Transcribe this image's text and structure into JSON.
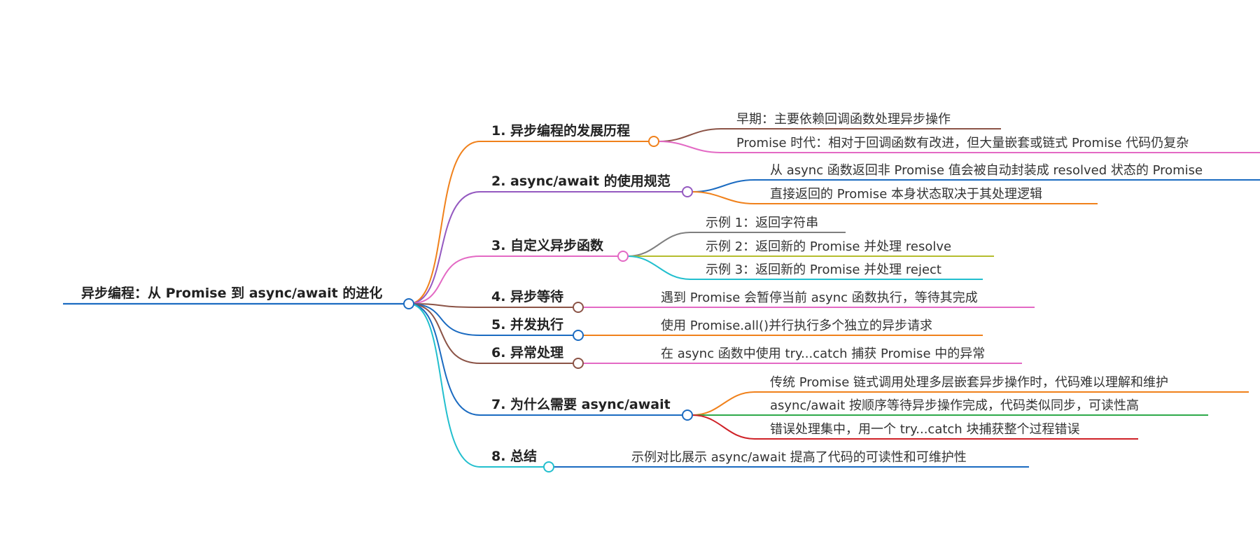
{
  "root": {
    "label": "异步编程：从 Promise 到 async/await 的进化",
    "color": "#1b6bc1"
  },
  "branches": [
    {
      "label": "1. 异步编程的发展历程",
      "color": "#f0811b",
      "children": [
        {
          "label": "早期：主要依赖回调函数处理异步操作",
          "color": "#8b5346"
        },
        {
          "label": "Promise 时代：相对于回调函数有改进，但大量嵌套或链式 Promise 代码仍复杂",
          "color": "#e369c4"
        }
      ]
    },
    {
      "label": "2. async/await 的使用规范",
      "color": "#9459c0",
      "children": [
        {
          "label": "从 async 函数返回非 Promise 值会被自动封装成 resolved 状态的 Promise",
          "color": "#1b6bc1"
        },
        {
          "label": "直接返回的 Promise 本身状态取决于其处理逻辑",
          "color": "#f0811b"
        }
      ]
    },
    {
      "label": "3. 自定义异步函数",
      "color": "#e369c4",
      "children": [
        {
          "label": "示例 1：返回字符串",
          "color": "#7f7f7f"
        },
        {
          "label": "示例 2：返回新的 Promise 并处理 resolve",
          "color": "#b5bd2e"
        },
        {
          "label": "示例 3：返回新的 Promise 并处理 reject",
          "color": "#22bfce"
        }
      ]
    },
    {
      "label": "4. 异步等待",
      "color": "#8b5346",
      "children": [
        {
          "label": "遇到 Promise 会暂停当前 async 函数执行，等待其完成",
          "color": "#e369c4"
        }
      ]
    },
    {
      "label": "5. 并发执行",
      "color": "#1b6bc1",
      "children": [
        {
          "label": "使用 Promise.all()并行执行多个独立的异步请求",
          "color": "#f0811b"
        }
      ]
    },
    {
      "label": "6. 异常处理",
      "color": "#8b5346",
      "children": [
        {
          "label": "在 async 函数中使用 try...catch 捕获 Promise 中的异常",
          "color": "#e369c4"
        }
      ]
    },
    {
      "label": "7. 为什么需要 async/await",
      "color": "#1b6bc1",
      "children": [
        {
          "label": "传统 Promise 链式调用处理多层嵌套异步操作时，代码难以理解和维护",
          "color": "#f0811b"
        },
        {
          "label": "async/await 按顺序等待异步操作完成，代码类似同步，可读性高",
          "color": "#2ea94a"
        },
        {
          "label": "错误处理集中，用一个 try...catch 块捕获整个过程错误",
          "color": "#cf2127"
        }
      ]
    },
    {
      "label": "8. 总结",
      "color": "#22bfce",
      "children": [
        {
          "label": "示例对比展示 async/await 提高了代码的可读性和可维护性",
          "color": "#1b6bc1"
        }
      ]
    }
  ]
}
